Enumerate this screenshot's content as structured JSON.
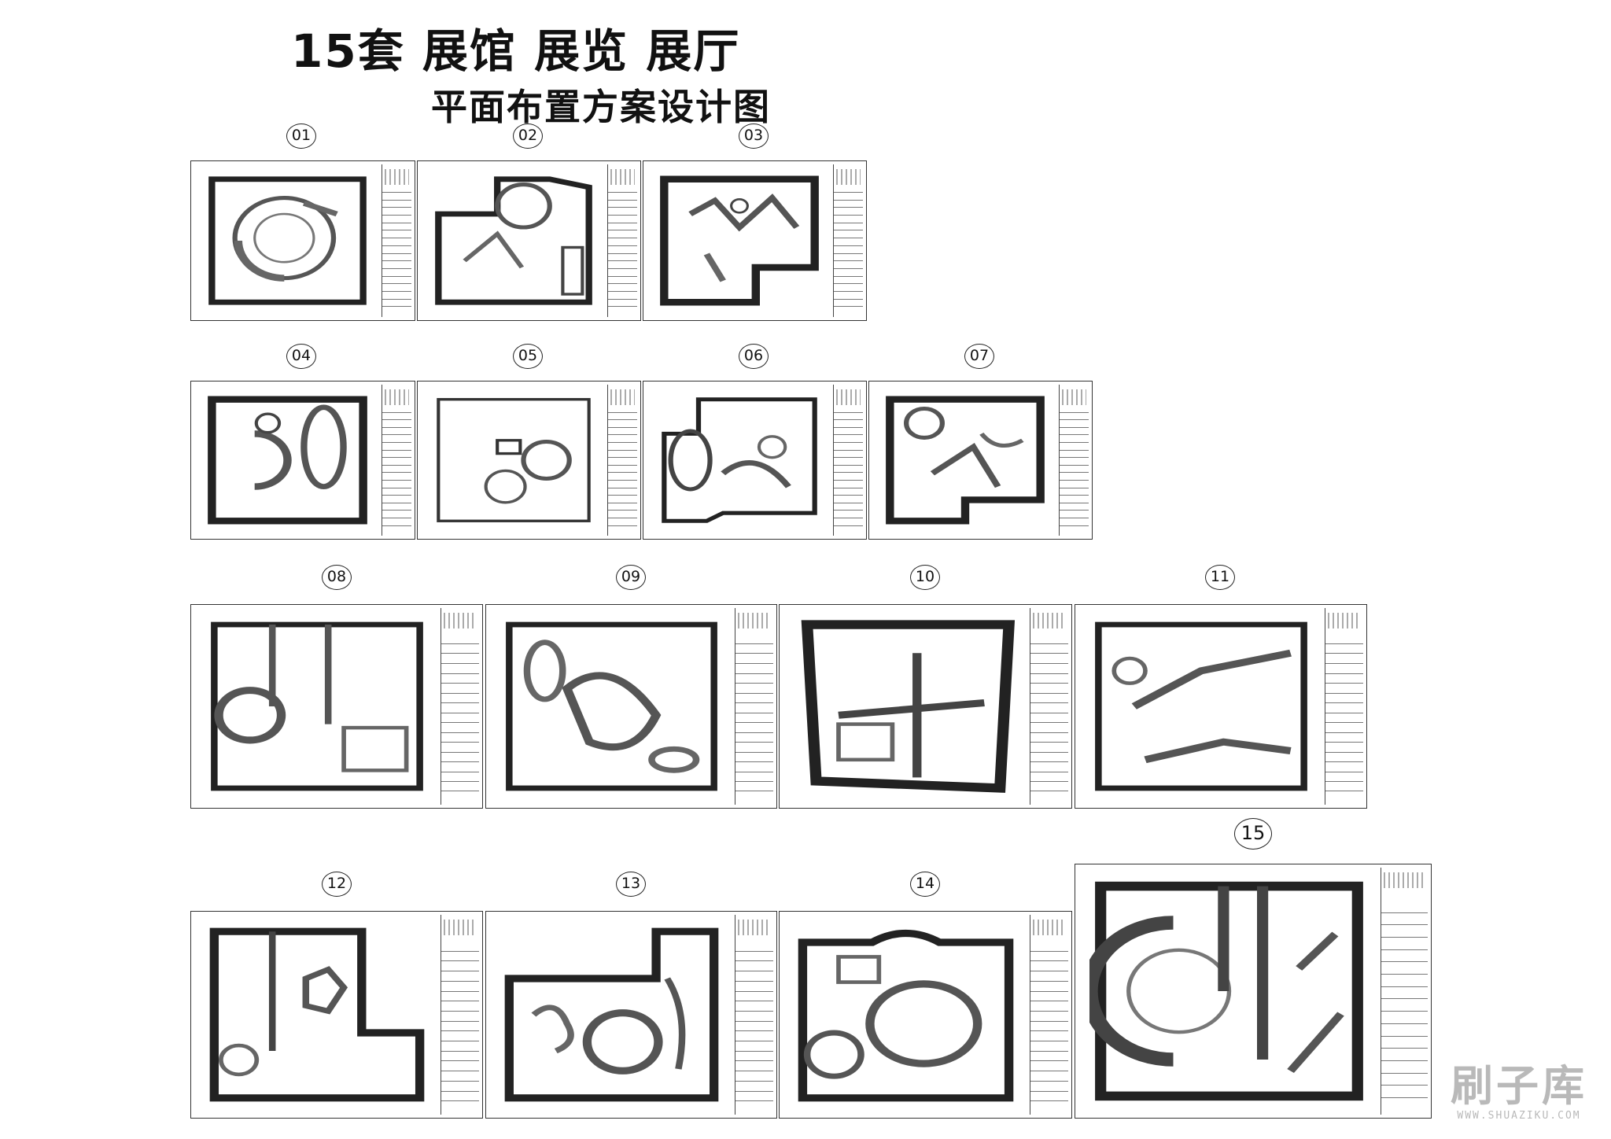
{
  "header": {
    "title": "15套 展馆 展览 展厅",
    "subtitle": "平面布置方案设计图"
  },
  "sheets": [
    {
      "number": "01"
    },
    {
      "number": "02"
    },
    {
      "number": "03"
    },
    {
      "number": "04"
    },
    {
      "number": "05"
    },
    {
      "number": "06"
    },
    {
      "number": "07"
    },
    {
      "number": "08"
    },
    {
      "number": "09"
    },
    {
      "number": "10"
    },
    {
      "number": "11"
    },
    {
      "number": "12"
    },
    {
      "number": "13"
    },
    {
      "number": "14"
    },
    {
      "number": "15"
    }
  ],
  "watermark": {
    "main": "刷子库",
    "sub": "WWW.SHUAZIKU.COM"
  }
}
